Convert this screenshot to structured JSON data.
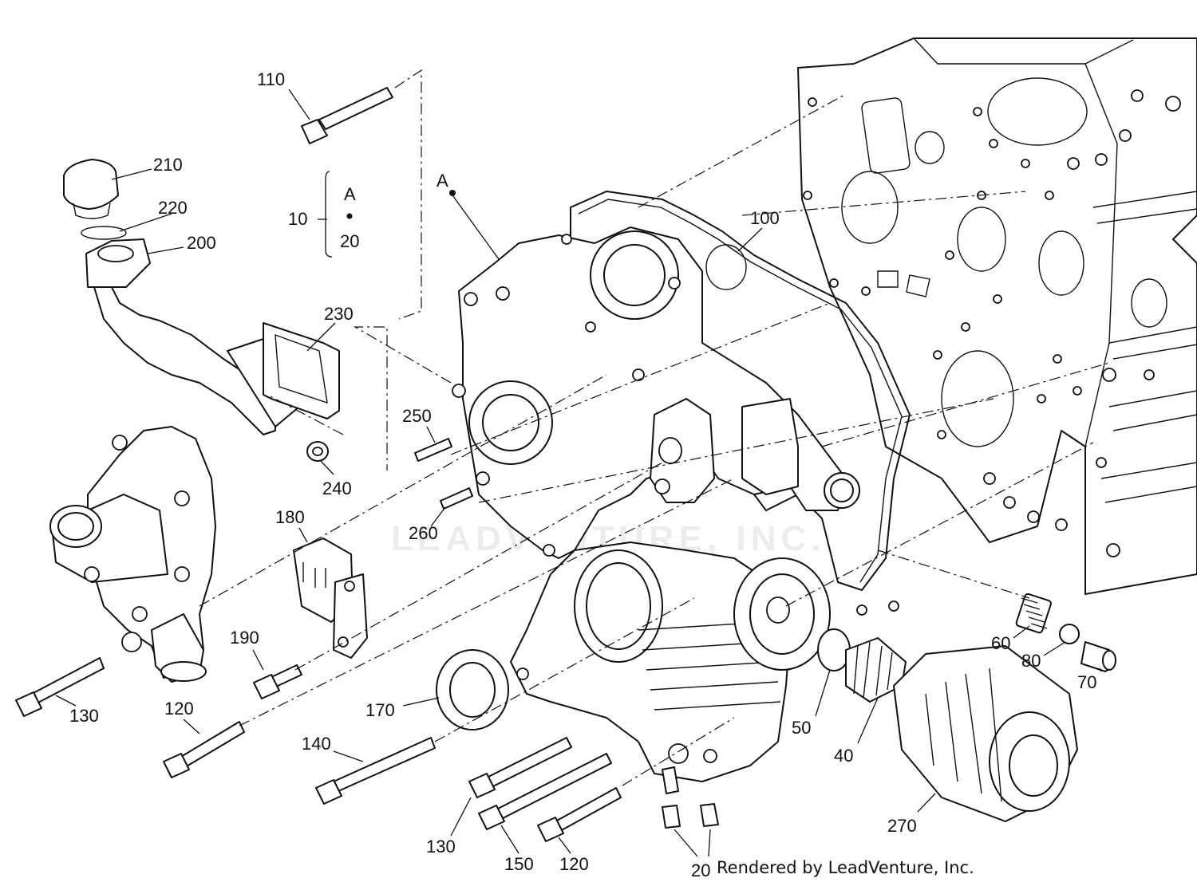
{
  "callouts": {
    "c110": "110",
    "c210": "210",
    "c220": "220",
    "c200": "200",
    "cA_top": "A",
    "c10": "10",
    "cA_mid": "A",
    "c20_mid": "20",
    "c100": "100",
    "c230": "230",
    "c250": "250",
    "c240": "240",
    "c260": "260",
    "c180": "180",
    "c190": "190",
    "c130_left": "130",
    "c120_left": "120",
    "c170": "170",
    "c140": "140",
    "c60": "60",
    "c80": "80",
    "c70": "70",
    "c50": "50",
    "c40": "40",
    "c130_bottom": "130",
    "c150": "150",
    "c120_bottom": "120",
    "c270": "270",
    "c20_bottom": "20"
  },
  "watermark": "LEADVENTURE, INC.",
  "credit": "Rendered by LeadVenture, Inc."
}
